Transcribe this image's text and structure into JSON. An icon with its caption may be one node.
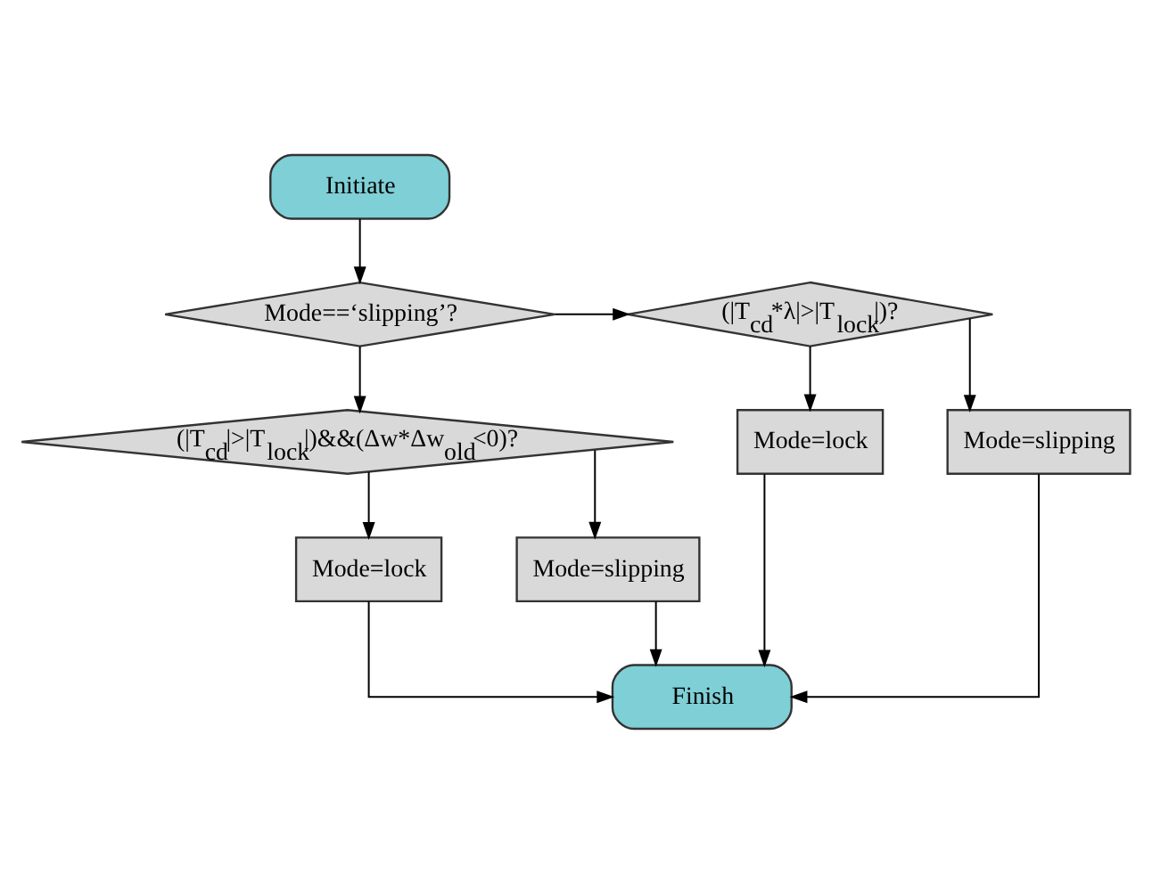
{
  "diagram": {
    "nodes": [
      {
        "text": [
          "Initiate"
        ]
      },
      {
        "text": [
          "Mode==‘slipping’?"
        ]
      },
      {
        "text": [
          "(|T$_{cd}$*λ|>|T$_{lock}$|)?"
        ]
      },
      {
        "text": [
          "(|T$_{cd}$|>|T$_{lock}$|)&&(Δw*Δw$_{old}$<0)?"
        ]
      },
      {
        "text": [
          "Mode=lock"
        ]
      },
      {
        "text": [
          "Mode=slipping"
        ]
      },
      {
        "text": [
          "Mode=lock"
        ]
      },
      {
        "text": [
          "Mode=slipping"
        ]
      },
      {
        "text": [
          "Finish"
        ]
      }
    ],
    "edges": [
      {
        "from": 0,
        "to": 1,
        "arrow": "to"
      },
      {
        "from": 1,
        "to": 2,
        "arrow": "to"
      },
      {
        "from": 1,
        "to": 3,
        "arrow": "to"
      },
      {
        "from": 2,
        "to": 4,
        "arrow": "to"
      },
      {
        "from": 2,
        "to": 5,
        "arrow": "to"
      },
      {
        "from": 3,
        "to": 6,
        "arrow": "to"
      },
      {
        "from": 3,
        "to": 7,
        "arrow": "to"
      },
      {
        "from": 4,
        "to": 8,
        "arrow": "to"
      },
      {
        "from": 5,
        "to": 8,
        "arrow": "to"
      },
      {
        "from": 6,
        "to": 8,
        "arrow": "to"
      },
      {
        "from": 7,
        "to": 8,
        "arrow": "to"
      }
    ]
  }
}
